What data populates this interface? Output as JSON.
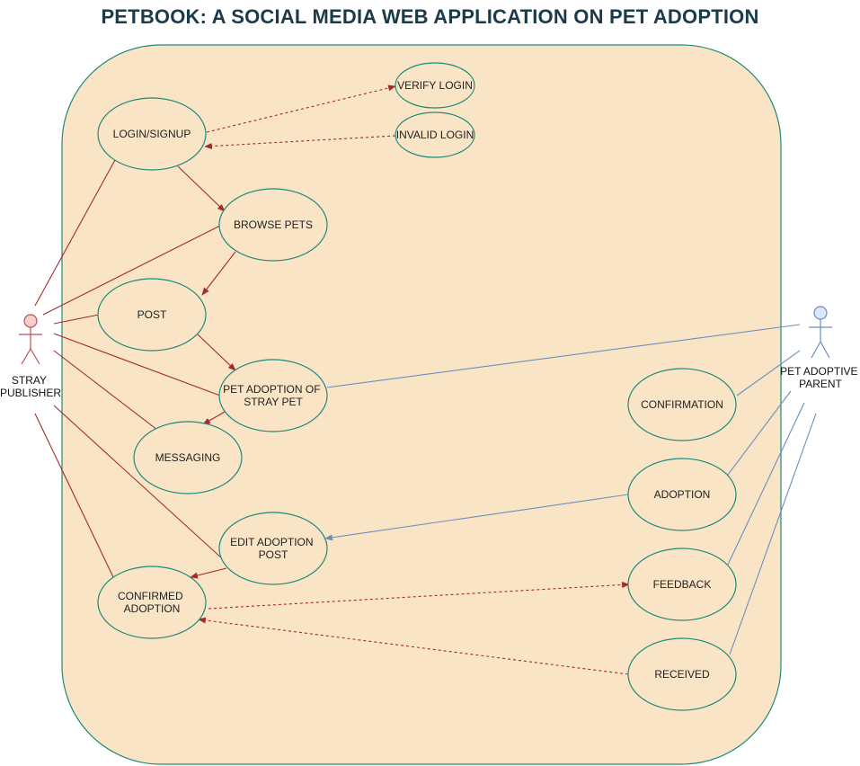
{
  "title": "PETBOOK: A SOCIAL MEDIA WEB APPLICATION ON PET ADOPTION",
  "colors": {
    "system_fill": "#f9e4c6",
    "system_stroke": "#1f8a78",
    "publisher_line": "#a52a2a",
    "parent_line": "#6c8ebf",
    "publisher_head": "#f8cecc",
    "parent_head": "#dae8fc"
  },
  "actors": {
    "publisher": {
      "lines": [
        "STRAY",
        "PUBLISHER"
      ]
    },
    "parent": {
      "lines": [
        "PET ADOPTIVE",
        "PARENT"
      ]
    }
  },
  "use_cases": {
    "login": [
      "LOGIN/SIGNUP"
    ],
    "verify": [
      "VERIFY LOGIN"
    ],
    "invalid": [
      "INVALID LOGIN"
    ],
    "browse": [
      "BROWSE PETS"
    ],
    "post": [
      "POST"
    ],
    "adoption_of_stray": [
      "PET ADOPTION OF",
      "STRAY PET"
    ],
    "messaging": [
      "MESSAGING"
    ],
    "edit_post": [
      "EDIT ADOPTION",
      "POST"
    ],
    "confirmed": [
      "CONFIRMED",
      "ADOPTION"
    ],
    "confirmation": [
      "CONFIRMATION"
    ],
    "adoption": [
      "ADOPTION"
    ],
    "feedback": [
      "FEEDBACK"
    ],
    "received": [
      "RECEIVED"
    ]
  }
}
